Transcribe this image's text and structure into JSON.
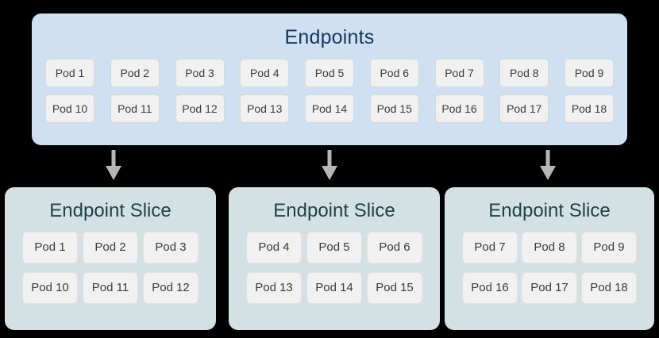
{
  "diagram": {
    "background_color": "#000000",
    "endpoints": {
      "title": "Endpoints",
      "panel_color": "#cfe0f2",
      "title_color": "#17365d",
      "rows": [
        [
          "Pod 1",
          "Pod 2",
          "Pod 3",
          "Pod 4",
          "Pod 5",
          "Pod 6",
          "Pod 7",
          "Pod 8",
          "Pod 9"
        ],
        [
          "Pod 10",
          "Pod 11",
          "Pod 12",
          "Pod 13",
          "Pod 14",
          "Pod 15",
          "Pod 16",
          "Pod 17",
          "Pod 18"
        ]
      ]
    },
    "arrows": {
      "color": "#b6b6b6",
      "count": 3,
      "direction": "down"
    },
    "slices": [
      {
        "title": "Endpoint Slice",
        "panel_color": "#d4e1e4",
        "title_color": "#1f4249",
        "rows": [
          [
            "Pod 1",
            "Pod 2",
            "Pod 3"
          ],
          [
            "Pod 10",
            "Pod 11",
            "Pod 12"
          ]
        ]
      },
      {
        "title": "Endpoint Slice",
        "panel_color": "#d4e1e4",
        "title_color": "#1f4249",
        "rows": [
          [
            "Pod 4",
            "Pod 5",
            "Pod 6"
          ],
          [
            "Pod 13",
            "Pod 14",
            "Pod 15"
          ]
        ]
      },
      {
        "title": "Endpoint Slice",
        "panel_color": "#d4e1e4",
        "title_color": "#1f4249",
        "rows": [
          [
            "Pod 7",
            "Pod 8",
            "Pod 9"
          ],
          [
            "Pod 16",
            "Pod 17",
            "Pod 18"
          ]
        ]
      }
    ]
  }
}
